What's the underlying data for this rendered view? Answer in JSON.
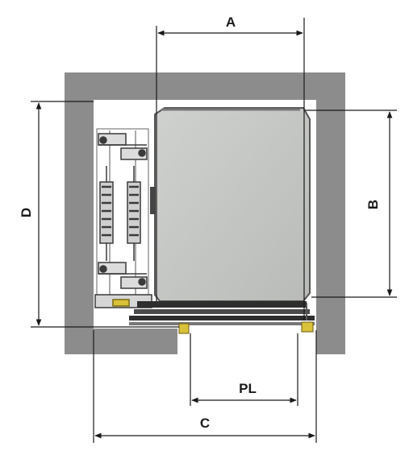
{
  "diagram": {
    "labels": {
      "a": "A",
      "b": "B",
      "c": "C",
      "d": "D",
      "pl": "PL"
    },
    "colors": {
      "shaft_wall": "#8c8c8c",
      "car_fill": "#c3c5c2",
      "car_outline": "#555555",
      "dimension_line": "#1a1a1a",
      "machine_parts": "#3a3a3a",
      "accent_yellow": "#d9c23a"
    }
  }
}
